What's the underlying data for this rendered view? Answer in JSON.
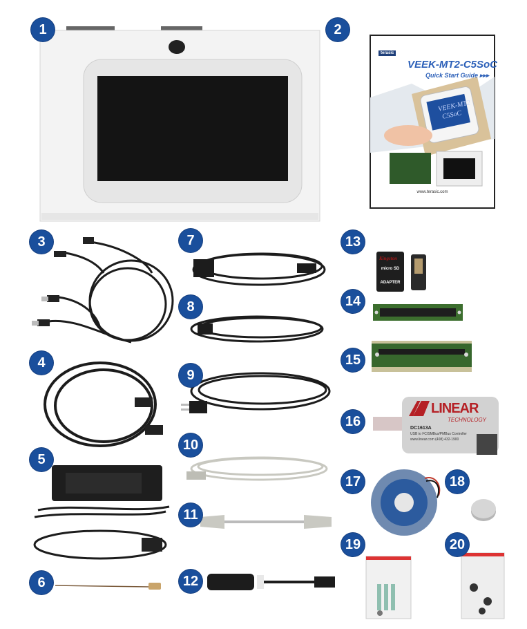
{
  "badges": [
    "1",
    "2",
    "3",
    "4",
    "5",
    "6",
    "7",
    "8",
    "9",
    "10",
    "11",
    "12",
    "13",
    "14",
    "15",
    "16",
    "17",
    "18",
    "19",
    "20"
  ],
  "guide": {
    "title": "VEEK-MT2-C5SoC",
    "subtitle": "Quick Start Guide ▸▸▸",
    "logo": "terasic",
    "screen_line1": "VEEK-MT2",
    "screen_line2": "C5SoC",
    "url": "www.terasic.com"
  },
  "sd": {
    "brand": "Kingston",
    "card_text": "micro SD",
    "adapter_text": "ADAPTER"
  },
  "programmer": {
    "brand": "LINEAR",
    "tech": "TECHNOLOGY",
    "model": "DC1613A",
    "desc_line1": "USB to I²C/SMBus/PMBus Controller",
    "desc_line2": "www.linear.com (408) 432-1900"
  },
  "colors": {
    "badge": "#1a4f9c",
    "device_white": "#f2f2f2",
    "cable_black": "#1c1c1c"
  },
  "icons": [
    "display-device",
    "quick-start-guide",
    "usb-cable",
    "power-cord",
    "sd-card",
    "connector-board",
    "fan-heatsink",
    "battery",
    "screw-bag"
  ]
}
